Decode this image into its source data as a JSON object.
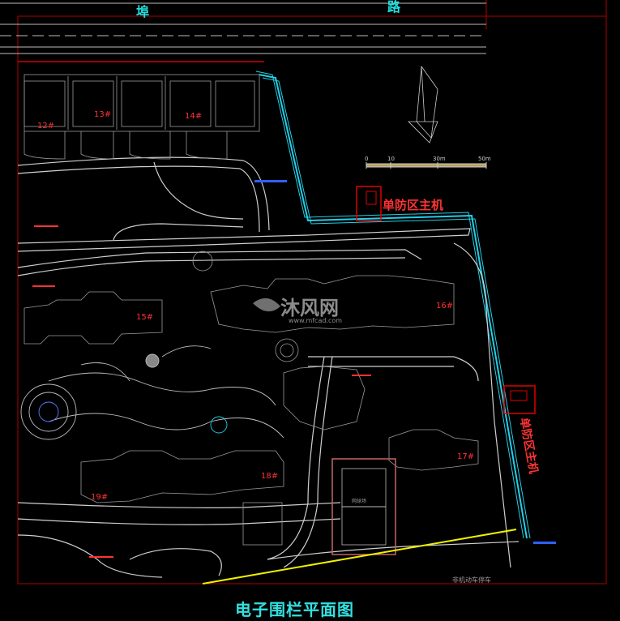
{
  "drawing": {
    "title": "电子围栏平面图",
    "road_label_left": "埠",
    "road_label_right": "路",
    "host_label_top": "单防区主机",
    "host_label_right": "单防区主机",
    "watermark_text": "沐风网",
    "watermark_url": "www.mfcad.com",
    "building_labels": [
      "12#",
      "13#",
      "14#",
      "15#",
      "16#",
      "17#",
      "18#",
      "19#"
    ],
    "scale_bar": {
      "ticks": [
        "0",
        "10",
        "30m",
        "50m"
      ]
    },
    "parking_label": "非机动车停车",
    "court_label": "网球场"
  },
  "colors": {
    "background": "#000000",
    "border_red": "#e00000",
    "fence_cyan": "#22d0e8",
    "road_white": "#d8d8d8",
    "building_gray": "#9a9a9a",
    "label_red": "#ff3333",
    "yellow_line": "#f0f000",
    "blue_note": "#3060ff"
  }
}
